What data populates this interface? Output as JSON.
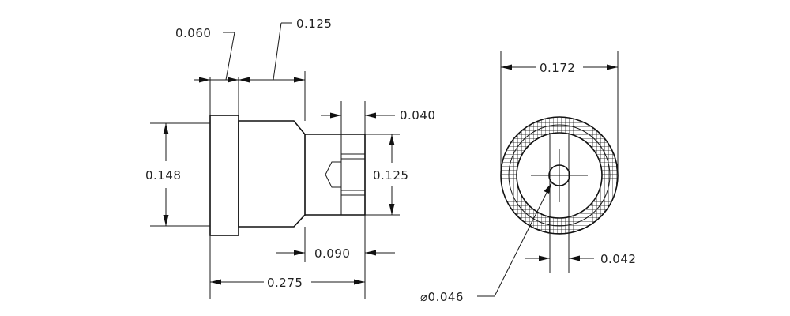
{
  "drawing": {
    "side_view": {
      "dim_knurl_width": "0.060",
      "dim_body_width": "0.125",
      "dim_slot_width": "0.040",
      "dim_diameter": "0.148",
      "dim_tip_diameter": "0.125",
      "dim_tip_length": "0.090",
      "dim_overall_length": "0.275"
    },
    "end_view": {
      "dim_outer_diameter": "0.172",
      "dim_slot_gap": "0.042",
      "dim_hole_diameter": "⌀0.046"
    }
  }
}
